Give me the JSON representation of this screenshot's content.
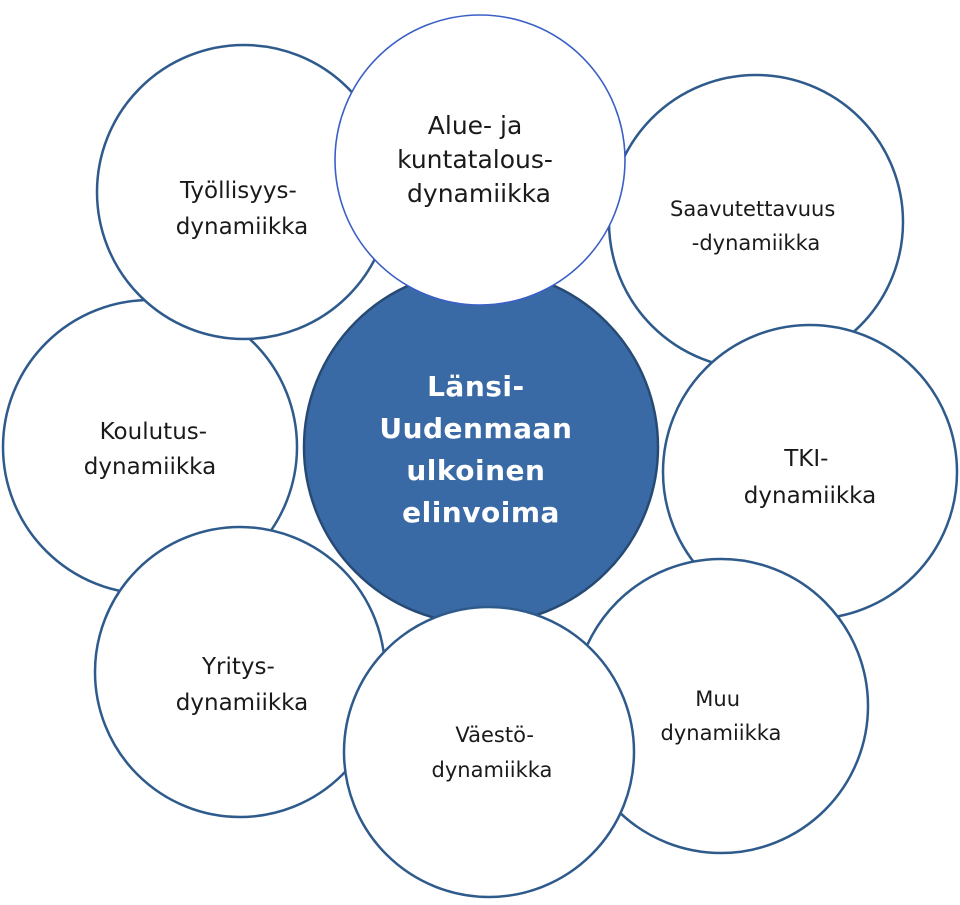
{
  "center": {
    "lines": [
      "Länsi-",
      "Uudenmaan",
      "ulkoinen",
      "elinvoima"
    ],
    "color": "#3a6aa5"
  },
  "nodes": [
    {
      "key": "alue",
      "lines": [
        "Alue- ja",
        "kuntatalous-",
        "dynamiikka"
      ]
    },
    {
      "key": "tyollisyys",
      "lines": [
        "Työllisyys-",
        "dynamiikka"
      ]
    },
    {
      "key": "saavutettavuus",
      "lines": [
        "Saavutettavuus",
        "-dynamiikka"
      ]
    },
    {
      "key": "koulutus",
      "lines": [
        "Koulutus-",
        "dynamiikka"
      ]
    },
    {
      "key": "tki",
      "lines": [
        "TKI-",
        "dynamiikka"
      ]
    },
    {
      "key": "yritys",
      "lines": [
        "Yritys-",
        "dynamiikka"
      ]
    },
    {
      "key": "vaesto",
      "lines": [
        "Väestö-",
        "dynamiikka"
      ]
    },
    {
      "key": "muu",
      "lines": [
        "Muu",
        "dynamiikka"
      ]
    }
  ],
  "colors": {
    "outline": "#2e5a8c",
    "hub_fill": "#3a6aa5",
    "hub_text": "#ffffff"
  }
}
